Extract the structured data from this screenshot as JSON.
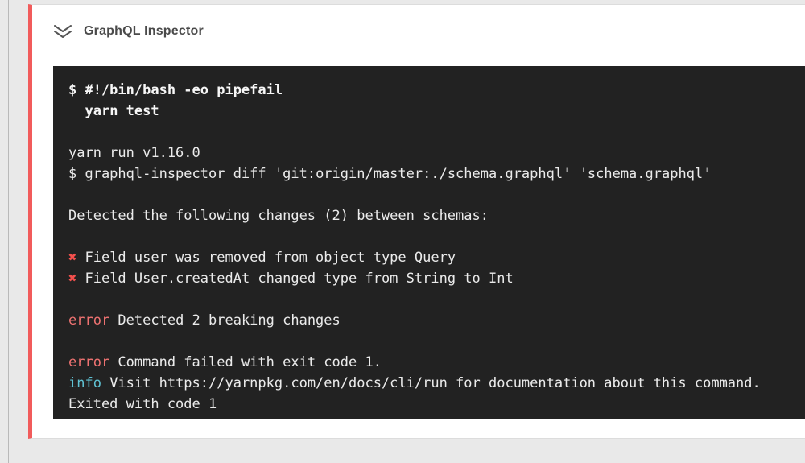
{
  "colors": {
    "page_bg": "#e9e9e9",
    "card_bg": "#ffffff",
    "card_border": "#dcdcdc",
    "fail_accent": "#f15b5b",
    "terminal_bg": "#222222",
    "terminal_text": "#ebebeb",
    "quote_muted": "#9a9a9a",
    "cross_red": "#f4504d",
    "error_red": "#ee7271",
    "info_cyan": "#5fc1d2",
    "title_text": "#4a4a4a"
  },
  "header": {
    "title": "GraphQL Inspector"
  },
  "terminal": {
    "shebang": "$ #!/bin/bash -eo pipefail",
    "command": "  yarn test",
    "yarn_version": "yarn run v1.16.0",
    "diff": {
      "prefix": "$ graphql-inspector diff ",
      "quote": "'",
      "arg1": "git:origin/master:./schema.graphql",
      "space": " ",
      "arg2": "schema.graphql"
    },
    "detected": "Detected the following changes (2) between schemas:",
    "cross": "✖",
    "change1": "Field user was removed from object type Query",
    "change2": "Field User.createdAt changed type from String to Int",
    "error_label": "error",
    "error1": "Detected 2 breaking changes",
    "error2": "Command failed with exit code 1.",
    "info_label": "info",
    "info_text": "Visit https://yarnpkg.com/en/docs/cli/run for documentation about this command.",
    "exited": "Exited with code 1"
  }
}
